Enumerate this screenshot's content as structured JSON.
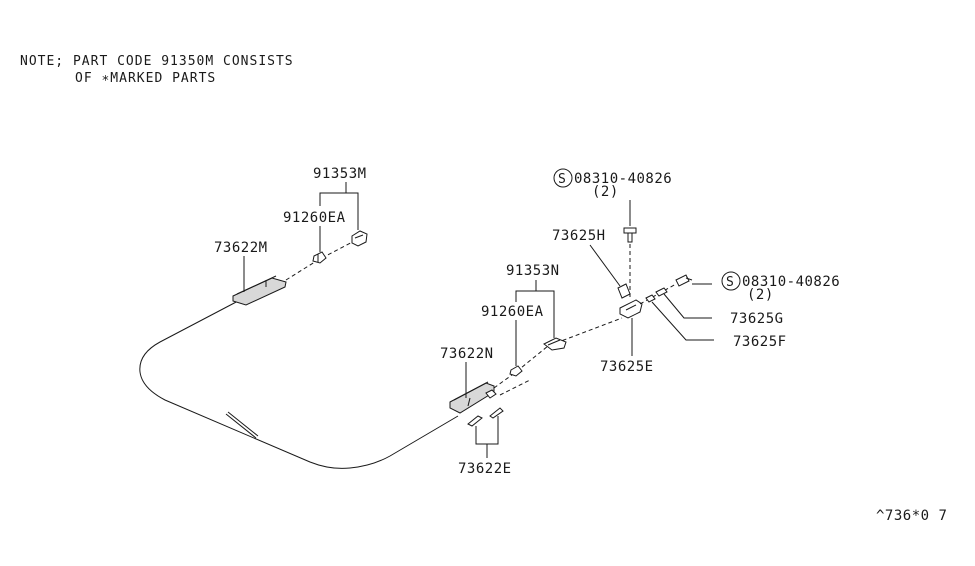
{
  "note": {
    "line1": "NOTE; PART CODE 91350M CONSISTS",
    "line2": "OF ∗MARKED PARTS"
  },
  "labels": {
    "p91353M": "91353M",
    "p91260EA_top": "91260EA",
    "p73622M": "73622M",
    "p91353N": "91353N",
    "p91260EA_mid": "91260EA",
    "p73622N": "73622N",
    "p73622E": "73622E",
    "s_circle_1": "S",
    "bolt1_code": "08310-40826",
    "bolt1_qty": "(2)",
    "p73625H": "73625H",
    "s_circle_2": "S",
    "bolt2_code": "08310-40826",
    "bolt2_qty": "(2)",
    "p73625G": "73625G",
    "p73625F": "73625F",
    "p73625E": "73625E"
  },
  "footer": {
    "diagram_code": "^736*0  7"
  },
  "colors": {
    "ink": "#1a1a1a",
    "background": "#ffffff"
  }
}
